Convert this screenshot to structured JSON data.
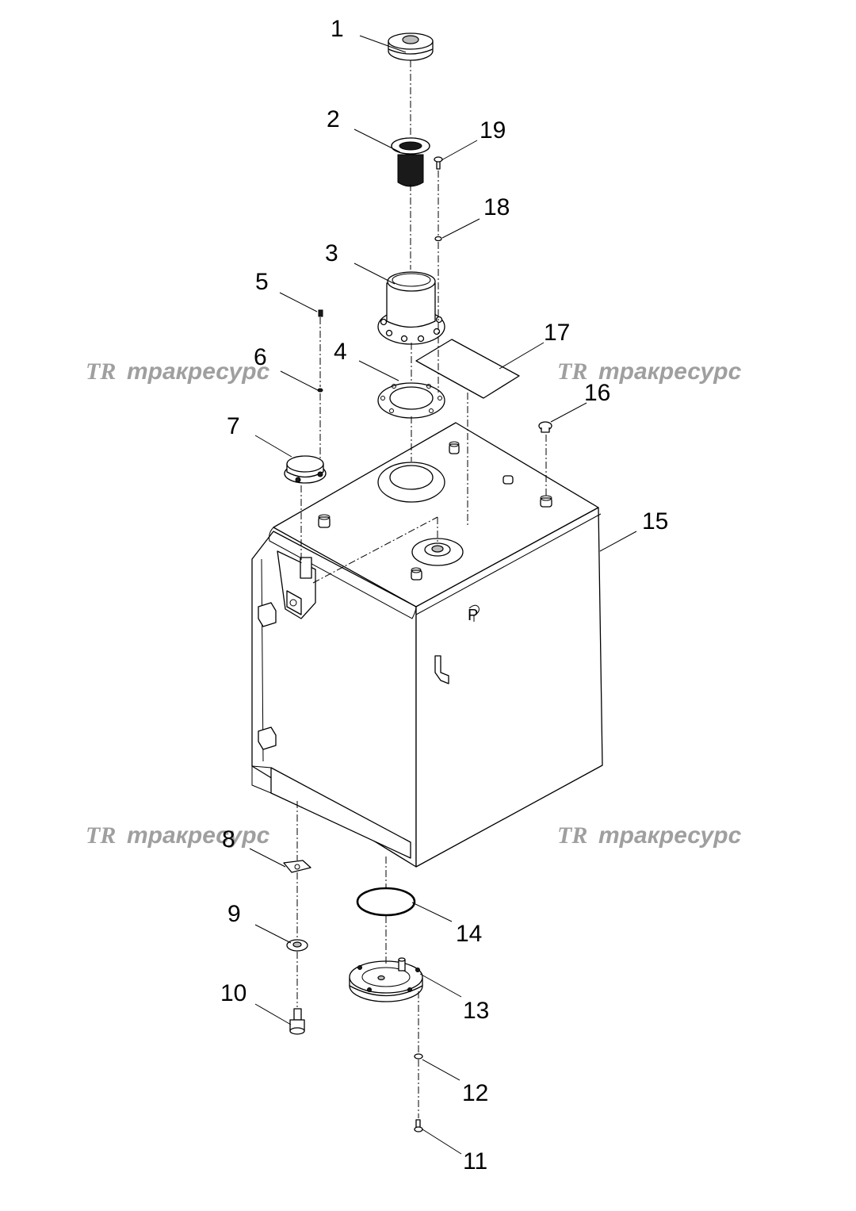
{
  "watermark": {
    "brand_text": "трак­ресурс",
    "logo_text": "TR"
  },
  "callouts": {
    "c1": "1",
    "c2": "2",
    "c3": "3",
    "c4": "4",
    "c5": "5",
    "c6": "6",
    "c7": "7",
    "c8": "8",
    "c9": "9",
    "c10": "10",
    "c11": "11",
    "c12": "12",
    "c13": "13",
    "c14": "14",
    "c15": "15",
    "c16": "16",
    "c17": "17",
    "c18": "18",
    "c19": "19"
  },
  "tank_mark": "P"
}
